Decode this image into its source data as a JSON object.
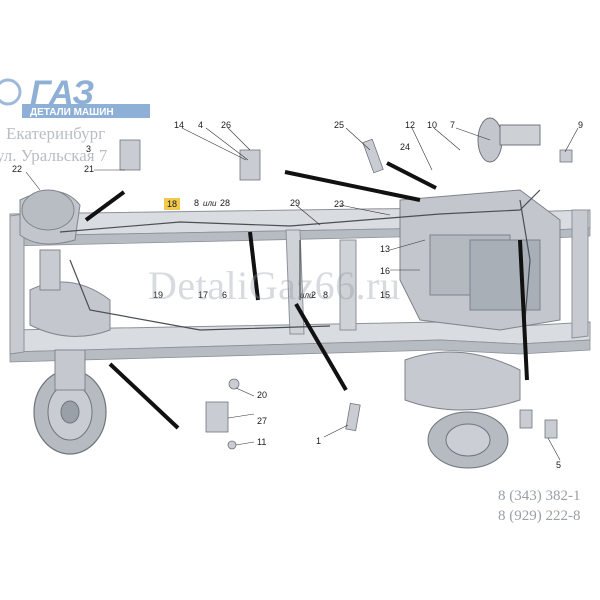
{
  "brand": {
    "logo_word": "ГАЗ",
    "logo_sub": "ДЕТАЛИ МАШИН",
    "city": "Екатеринбург",
    "street": "ул. Уральская 7",
    "watermark": "DetaliGaz66.ru",
    "colors": {
      "logo": "#8fb0d6",
      "frame": "#d7dadf",
      "frame_shade": "#b9bec5",
      "highlight": "#f2c94c"
    }
  },
  "phones": [
    "8 (343) 382-1",
    "8 (929) 222-8"
  ],
  "callouts": [
    {
      "id": "c1",
      "text": "1"
    },
    {
      "id": "c2",
      "text": "2"
    },
    {
      "id": "c3",
      "text": "3"
    },
    {
      "id": "c4",
      "text": "4"
    },
    {
      "id": "c5",
      "text": "5"
    },
    {
      "id": "c6",
      "text": "6"
    },
    {
      "id": "c7",
      "text": "7"
    },
    {
      "id": "c8a",
      "text": "8"
    },
    {
      "id": "c8b",
      "text": "8"
    },
    {
      "id": "c9",
      "text": "9"
    },
    {
      "id": "c10",
      "text": "10"
    },
    {
      "id": "c11",
      "text": "11"
    },
    {
      "id": "c12",
      "text": "12"
    },
    {
      "id": "c13",
      "text": "13"
    },
    {
      "id": "c14",
      "text": "14"
    },
    {
      "id": "c15",
      "text": "15"
    },
    {
      "id": "c16",
      "text": "16"
    },
    {
      "id": "c17",
      "text": "17"
    },
    {
      "id": "c18",
      "text": "18"
    },
    {
      "id": "c19",
      "text": "19"
    },
    {
      "id": "c20",
      "text": "20"
    },
    {
      "id": "c21",
      "text": "21"
    },
    {
      "id": "c22",
      "text": "22"
    },
    {
      "id": "c23",
      "text": "23"
    },
    {
      "id": "c24",
      "text": "24"
    },
    {
      "id": "c25",
      "text": "25"
    },
    {
      "id": "c26",
      "text": "26"
    },
    {
      "id": "c27",
      "text": "27"
    },
    {
      "id": "c28",
      "text": "28"
    },
    {
      "id": "c29",
      "text": "29"
    }
  ],
  "or_word": "или",
  "highlighted_callout": "18"
}
